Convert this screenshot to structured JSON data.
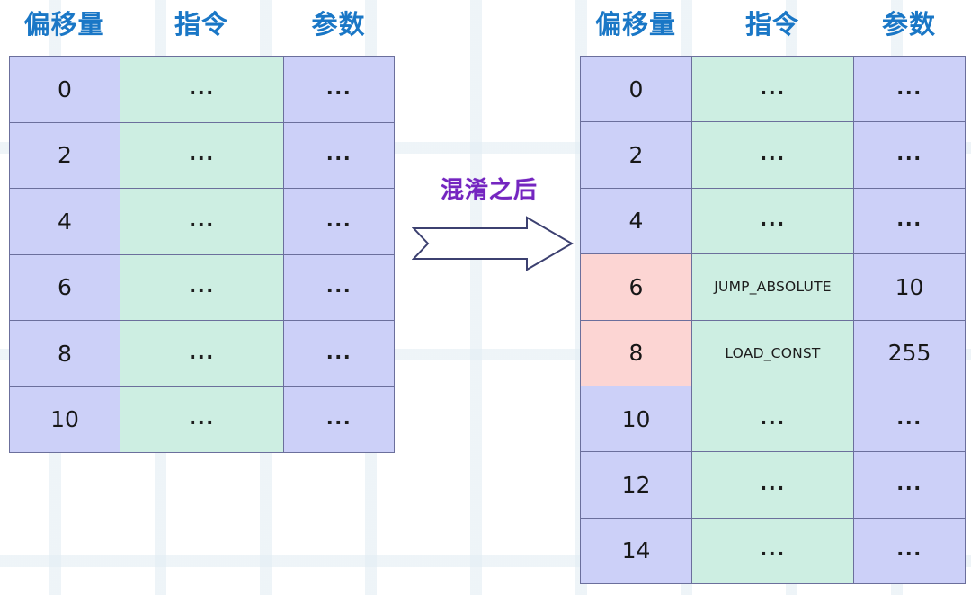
{
  "figure": {
    "title_middle": "混淆之后",
    "arrow": "right-arrow"
  },
  "colors": {
    "header_blue": "#1a77c6",
    "offset_cell": "#ccd0f8",
    "offset_cell_highlight": "#fcd5d3",
    "instruction_cell": "#cdeee2",
    "argument_cell": "#ccd0f8",
    "border": "#6b6f9c",
    "middle_label_purple": "#7425c0",
    "background": "#ffffff"
  },
  "tables": {
    "before": {
      "name": "original-bytecode-table",
      "headers": [
        "偏移量",
        "指令",
        "参数"
      ],
      "rows": [
        {
          "offset": "0",
          "instruction": "...",
          "argument": "...",
          "highlight": false
        },
        {
          "offset": "2",
          "instruction": "...",
          "argument": "...",
          "highlight": false
        },
        {
          "offset": "4",
          "instruction": "...",
          "argument": "...",
          "highlight": false
        },
        {
          "offset": "6",
          "instruction": "...",
          "argument": "...",
          "highlight": false
        },
        {
          "offset": "8",
          "instruction": "...",
          "argument": "...",
          "highlight": false
        },
        {
          "offset": "10",
          "instruction": "...",
          "argument": "...",
          "highlight": false
        }
      ]
    },
    "after": {
      "name": "obfuscated-bytecode-table",
      "headers": [
        "偏移量",
        "指令",
        "参数"
      ],
      "rows": [
        {
          "offset": "0",
          "instruction": "...",
          "argument": "...",
          "highlight": false
        },
        {
          "offset": "2",
          "instruction": "...",
          "argument": "...",
          "highlight": false
        },
        {
          "offset": "4",
          "instruction": "...",
          "argument": "...",
          "highlight": false
        },
        {
          "offset": "6",
          "instruction": "JUMP_ABSOLUTE",
          "argument": "10",
          "highlight": true
        },
        {
          "offset": "8",
          "instruction": "LOAD_CONST",
          "argument": "255",
          "highlight": true
        },
        {
          "offset": "10",
          "instruction": "...",
          "argument": "...",
          "highlight": false
        },
        {
          "offset": "12",
          "instruction": "...",
          "argument": "...",
          "highlight": false
        },
        {
          "offset": "14",
          "instruction": "...",
          "argument": "...",
          "highlight": false
        }
      ]
    }
  }
}
